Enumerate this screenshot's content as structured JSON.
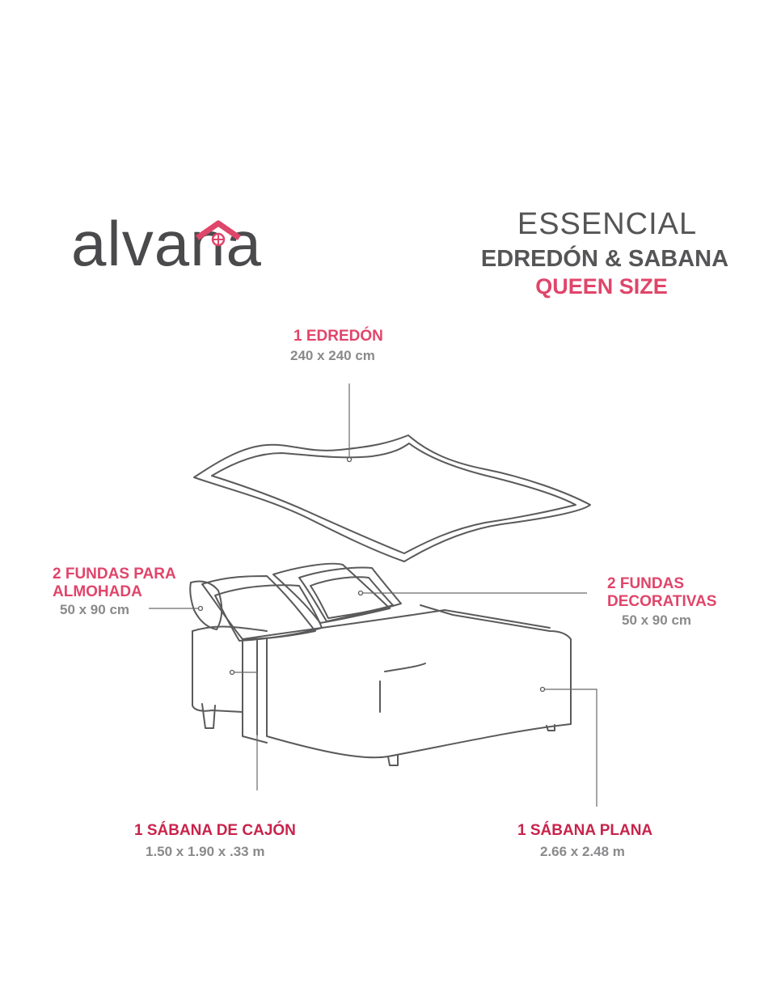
{
  "brand": {
    "logo_text": "alvana",
    "accent_color": "#e0456a",
    "text_color": "#4a4a4c"
  },
  "header": {
    "line1": "ESSENCIAL",
    "line2": "EDREDÓN & SABANA",
    "line3": "QUEEN SIZE"
  },
  "items": {
    "duvet": {
      "label": "1 EDREDÓN",
      "size": "240 x 240 cm"
    },
    "pillowcases": {
      "label_line1": "2 FUNDAS PARA",
      "label_line2": "ALMOHADA",
      "size": "50 x 90 cm"
    },
    "shams": {
      "label_line1": "2 FUNDAS",
      "label_line2": "DECORATIVAS",
      "size": "50 x 90 cm"
    },
    "fitted_sheet": {
      "label": "1 SÁBANA DE CAJÓN",
      "size": "1.50 x 1.90 x .33 m"
    },
    "flat_sheet": {
      "label": "1 SÁBANA PLANA",
      "size": "2.66 x 2.48 m"
    }
  }
}
